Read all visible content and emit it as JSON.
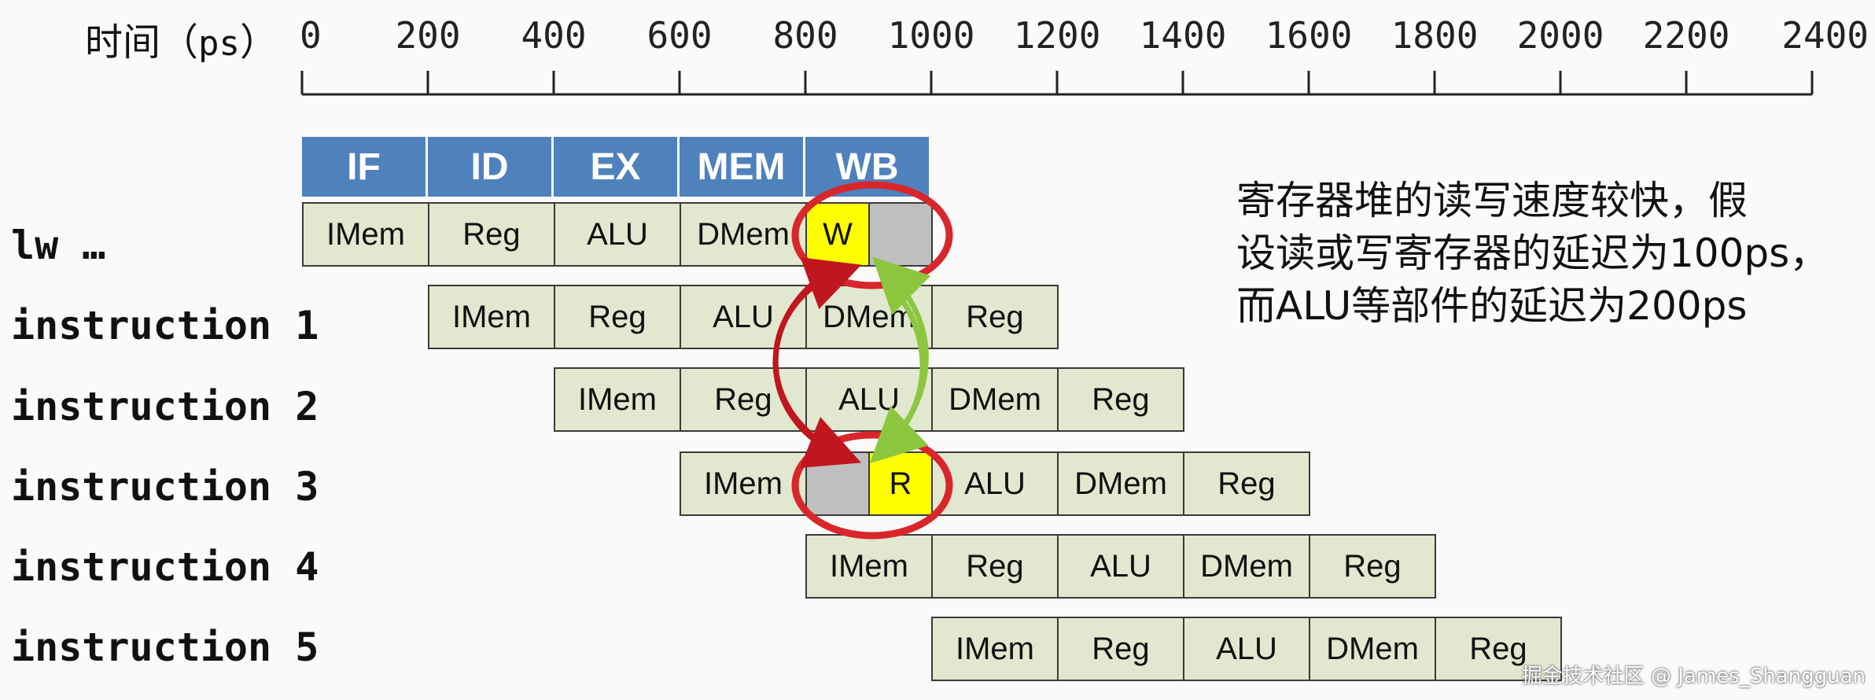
{
  "axis": {
    "title_text": "时间（",
    "title_unit": "ps",
    "title_close": "）",
    "ticks": [
      "0",
      "200",
      "400",
      "600",
      "800",
      "1000",
      "1200",
      "1400",
      "1600",
      "1800",
      "2000",
      "2200",
      "2400"
    ]
  },
  "stage_headers": [
    "IF",
    "ID",
    "EX",
    "MEM",
    "WB"
  ],
  "rows": [
    {
      "label": "lw …",
      "start": 0,
      "cells": [
        {
          "text": "IMem",
          "w": 200,
          "style": "normal"
        },
        {
          "text": "Reg",
          "w": 200,
          "style": "normal"
        },
        {
          "text": "ALU",
          "w": 200,
          "style": "normal"
        },
        {
          "text": "DMem",
          "w": 200,
          "style": "normal"
        },
        {
          "text": "W",
          "w": 100,
          "style": "yellow"
        },
        {
          "text": "",
          "w": 100,
          "style": "gray"
        }
      ]
    },
    {
      "label": "instruction 1",
      "start": 200,
      "cells": [
        {
          "text": "IMem",
          "w": 200,
          "style": "normal"
        },
        {
          "text": "Reg",
          "w": 200,
          "style": "normal"
        },
        {
          "text": "ALU",
          "w": 200,
          "style": "normal"
        },
        {
          "text": "DMem",
          "w": 200,
          "style": "normal"
        },
        {
          "text": "Reg",
          "w": 200,
          "style": "normal"
        }
      ]
    },
    {
      "label": "instruction 2",
      "start": 400,
      "cells": [
        {
          "text": "IMem",
          "w": 200,
          "style": "normal"
        },
        {
          "text": "Reg",
          "w": 200,
          "style": "normal"
        },
        {
          "text": "ALU",
          "w": 200,
          "style": "normal"
        },
        {
          "text": "DMem",
          "w": 200,
          "style": "normal"
        },
        {
          "text": "Reg",
          "w": 200,
          "style": "normal"
        }
      ]
    },
    {
      "label": "instruction 3",
      "start": 600,
      "cells": [
        {
          "text": "IMem",
          "w": 200,
          "style": "normal"
        },
        {
          "text": "",
          "w": 100,
          "style": "gray"
        },
        {
          "text": "R",
          "w": 100,
          "style": "yellow"
        },
        {
          "text": "ALU",
          "w": 200,
          "style": "normal"
        },
        {
          "text": "DMem",
          "w": 200,
          "style": "normal"
        },
        {
          "text": "Reg",
          "w": 200,
          "style": "normal"
        }
      ]
    },
    {
      "label": "instruction 4",
      "start": 800,
      "cells": [
        {
          "text": "IMem",
          "w": 200,
          "style": "normal"
        },
        {
          "text": "Reg",
          "w": 200,
          "style": "normal"
        },
        {
          "text": "ALU",
          "w": 200,
          "style": "normal"
        },
        {
          "text": "DMem",
          "w": 200,
          "style": "normal"
        },
        {
          "text": "Reg",
          "w": 200,
          "style": "normal"
        }
      ]
    },
    {
      "label": "instruction 5",
      "start": 1000,
      "cells": [
        {
          "text": "IMem",
          "w": 200,
          "style": "normal"
        },
        {
          "text": "Reg",
          "w": 200,
          "style": "normal"
        },
        {
          "text": "ALU",
          "w": 200,
          "style": "normal"
        },
        {
          "text": "DMem",
          "w": 200,
          "style": "normal"
        },
        {
          "text": "Reg",
          "w": 200,
          "style": "normal"
        }
      ]
    }
  ],
  "note": {
    "line1": "寄存器堆的读写速度较快，假",
    "line2": "设读或写寄存器的延迟为100ps，",
    "line3": "而ALU等部件的延迟为200ps"
  },
  "watermark": "掘金技术社区 @ James_Shangguan",
  "colors": {
    "header": "#4f81bd",
    "cell": "#e1e8cf",
    "highlight": "#ffff00",
    "idle": "#bfbfbf",
    "circle": "#d9262b",
    "red_arrow": "#c0161f",
    "green_arrow": "#8cc63f"
  }
}
